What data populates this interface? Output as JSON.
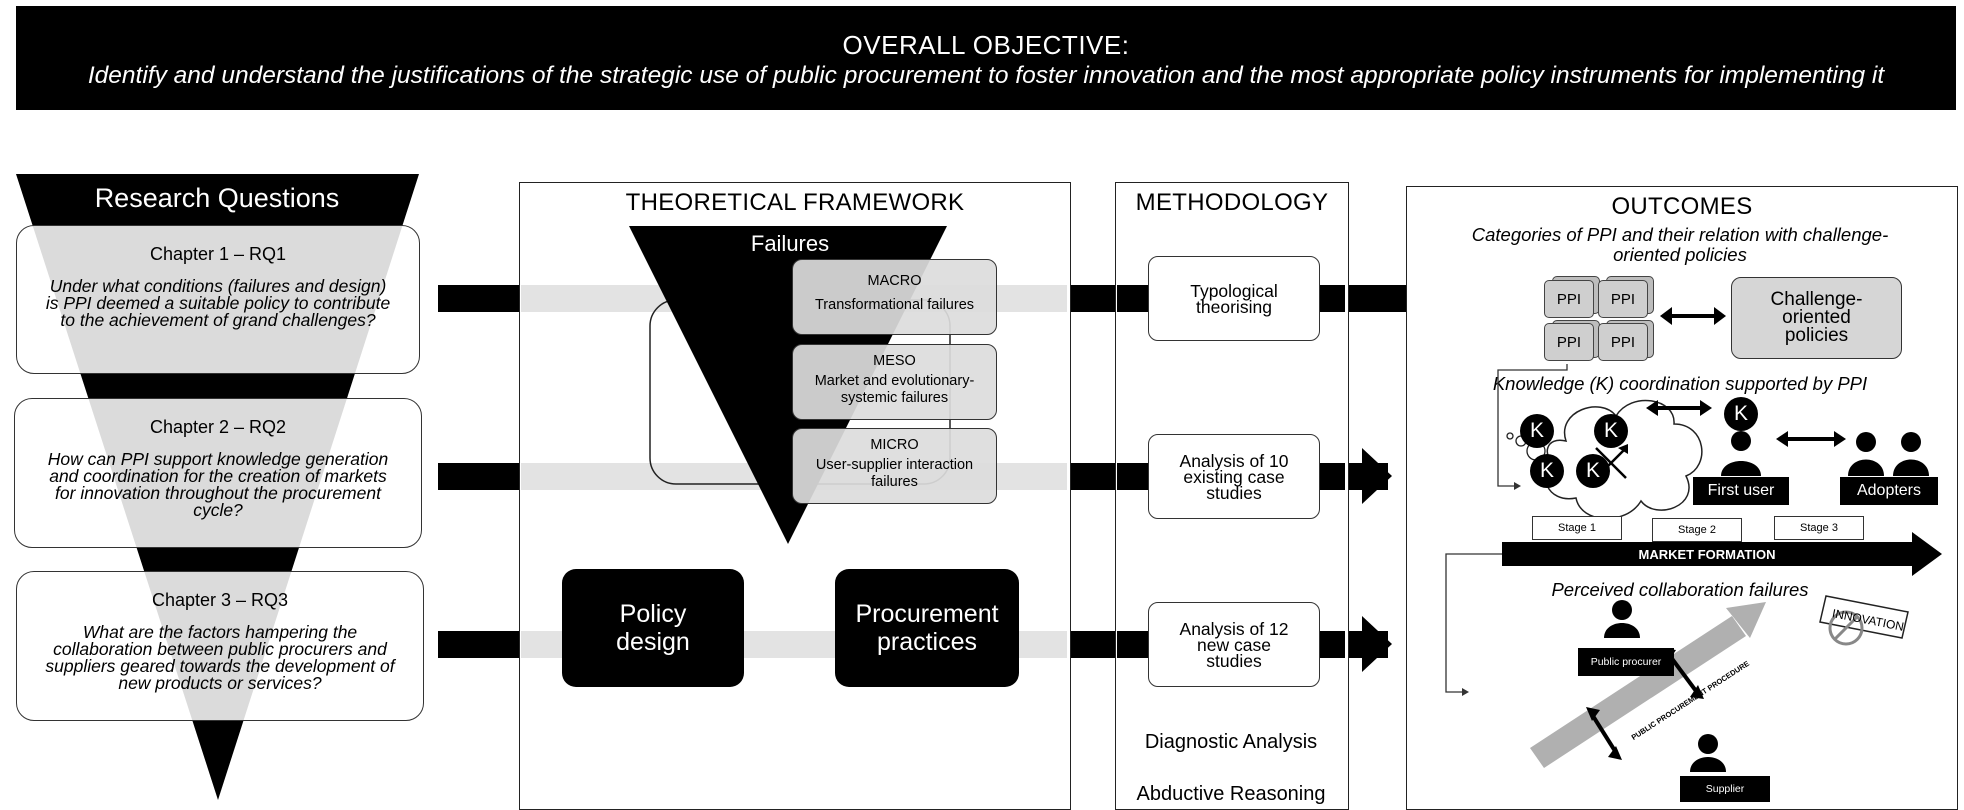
{
  "banner": {
    "title": "OVERALL OBJECTIVE:",
    "subtitle": "Identify and understand the justifications of the strategic use of public procurement to foster innovation and the most appropriate policy instruments for implementing it"
  },
  "research": {
    "title": "Research Questions",
    "questions": [
      {
        "chapter": "Chapter 1 – RQ1",
        "text": "Under what conditions (failures and design) is PPI deemed a suitable policy to contribute to the achievement of grand challenges?"
      },
      {
        "chapter": "Chapter 2 – RQ2",
        "text": "How can PPI support knowledge generation and coordination for the creation of markets for innovation throughout the procurement cycle?"
      },
      {
        "chapter": "Chapter 3 – RQ3",
        "text": "What are the factors hampering the collaboration between public procurers and suppliers geared towards the development of new products or services?"
      }
    ]
  },
  "framework": {
    "title": "THEORETICAL FRAMEWORK",
    "failures_label": "Failures",
    "failures": [
      {
        "level": "MACRO",
        "desc": "Transformational failures"
      },
      {
        "level": "MESO",
        "desc": "Market and evolutionary-systemic failures"
      },
      {
        "level": "MICRO",
        "desc": "User-supplier interaction failures"
      }
    ],
    "policy_design": "Policy design",
    "procurement_practices": "Procurement practices"
  },
  "methodology": {
    "title": "METHODOLOGY",
    "methods": [
      "Typological theorising",
      "Analysis of 10 existing case studies",
      "Analysis of 12 new case studies"
    ],
    "diagnostic": "Diagnostic Analysis",
    "abductive": "Abductive Reasoning"
  },
  "outcomes": {
    "title": "OUTCOMES",
    "o1_caption": "Categories of PPI and their relation with challenge-oriented policies",
    "ppi_label": "PPI",
    "challenge": "Challenge-oriented policies",
    "o2_caption": "Knowledge (K) coordination supported by PPI",
    "k_label": "K",
    "first_user": "First user",
    "adopters": "Adopters",
    "stages": [
      "Stage 1",
      "Stage 2",
      "Stage 3"
    ],
    "market_formation": "MARKET FORMATION",
    "o3_caption": "Perceived collaboration failures",
    "public_procurer": "Public procurer",
    "supplier": "Supplier",
    "procedure": "PUBLIC PROCUREMENT PROCEDURE",
    "innovation": "INNOVATION"
  }
}
